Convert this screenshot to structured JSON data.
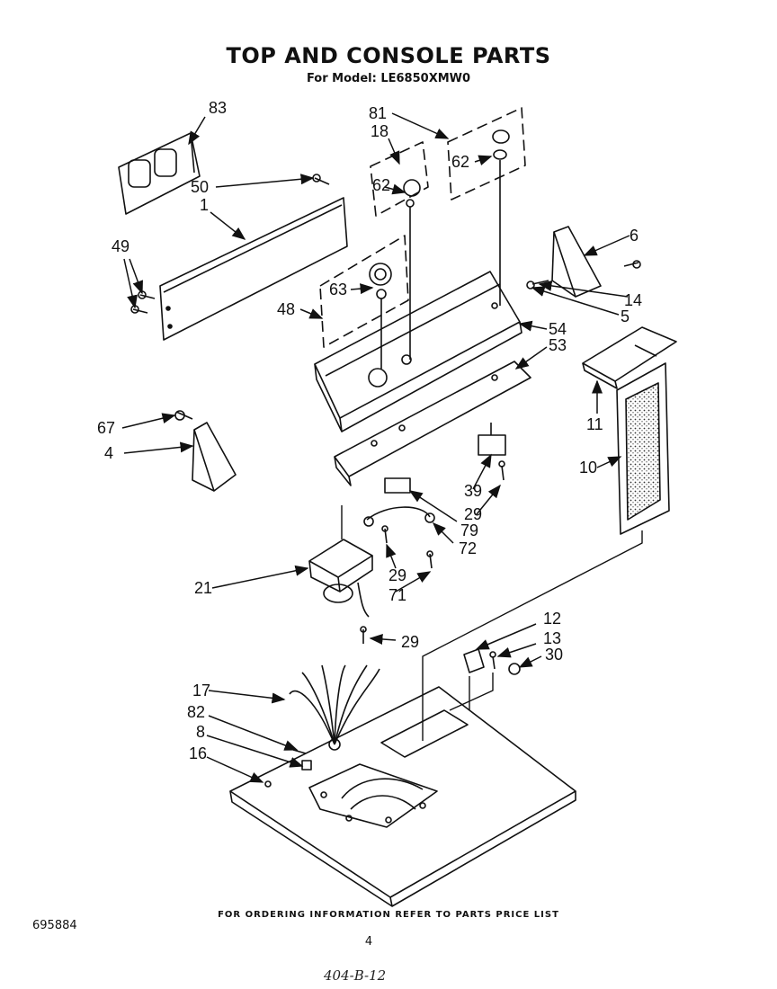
{
  "title": "TOP AND CONSOLE PARTS",
  "subtitle": "For Model: LE6850XMW0",
  "footer_note": "FOR ORDERING INFORMATION REFER TO PARTS PRICE LIST",
  "document_number": "695884",
  "page_number": "4",
  "handwritten_note": "404-B-12",
  "callouts": {
    "c83": "83",
    "c50": "50",
    "c1": "1",
    "c49": "49",
    "c18": "18",
    "c81": "81",
    "c62a": "62",
    "c62b": "62",
    "c63": "63",
    "c48": "48",
    "c6": "6",
    "c14": "14",
    "c5": "5",
    "c54": "54",
    "c53": "53",
    "c11": "11",
    "c10": "10",
    "c67": "67",
    "c4": "4",
    "c39": "39",
    "c29a": "29",
    "c79": "79",
    "c72": "72",
    "c29b": "29",
    "c71": "71",
    "c21": "21",
    "c29c": "29",
    "c12": "12",
    "c13": "13",
    "c30": "30",
    "c17": "17",
    "c82": "82",
    "c8": "8",
    "c16": "16"
  }
}
